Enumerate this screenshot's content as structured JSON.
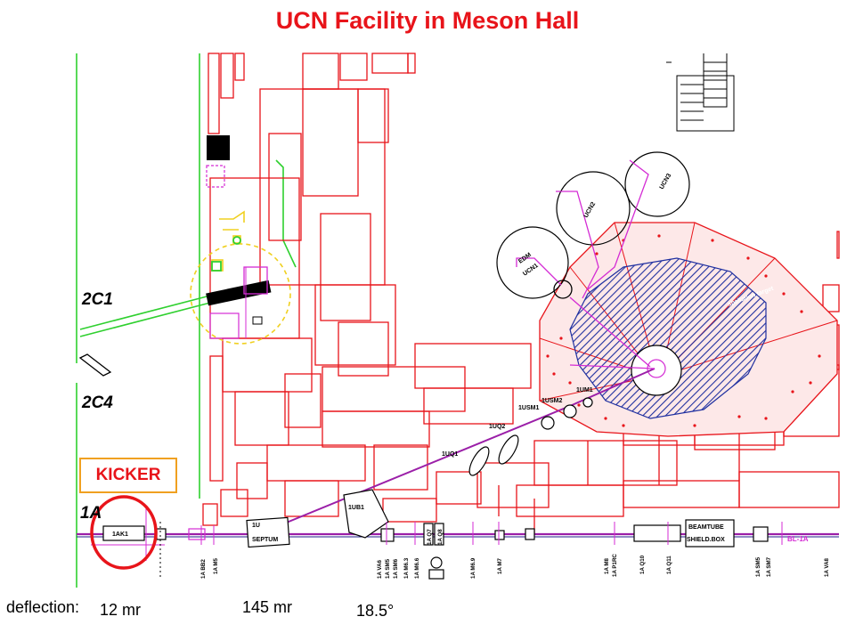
{
  "title": "UCN Facility in Meson Hall",
  "kicker_label": "KICKER",
  "deflection": {
    "label": "deflection:",
    "values": [
      "12 mr",
      "145 mr",
      "18.5°"
    ]
  },
  "area_labels": {
    "c1": "2C1",
    "c4": "2C4",
    "a1": "1A"
  },
  "beamline_labels": {
    "ak1": "1AK1",
    "u_septum_top": "1U",
    "u_septum_bottom": "SEPTUM",
    "ub1": "1UB1",
    "uq1": "1UQ1",
    "uq2": "1UQ2",
    "usm1": "1USM1",
    "usm2": "1USM2",
    "um1": "1UM1",
    "edm": "EDM",
    "ucn1": "UCN1",
    "ucn2": "UCN2",
    "ucn3": "UCN3",
    "spallation_target": "spallation target",
    "beamtube_top": "BEAMTUBE",
    "beamtube_bottom": "SHIELD.BOX",
    "bl1a": "BL-1A"
  },
  "vertical_tags": [
    "1A BB2",
    "1A M5",
    "1A VA6",
    "1A SM5",
    "1A SM6",
    "1A M6.3",
    "1A M6.6",
    "1A Q7",
    "1A Q8",
    "1A M6.9",
    "1A M7",
    "1A M8",
    "1A P1RC",
    "1A Q10",
    "1A Q11",
    "1A SM5",
    "1A SM7",
    "1A VA8"
  ],
  "colors": {
    "title": "#e8141a",
    "walls": "#e8141a",
    "beamline": "#9b1fa8",
    "magenta": "#d42bd4",
    "yellow": "#f0d020",
    "green": "#2fd02f",
    "hatch": "#2030a0",
    "kicker_border": "#f0a020"
  }
}
